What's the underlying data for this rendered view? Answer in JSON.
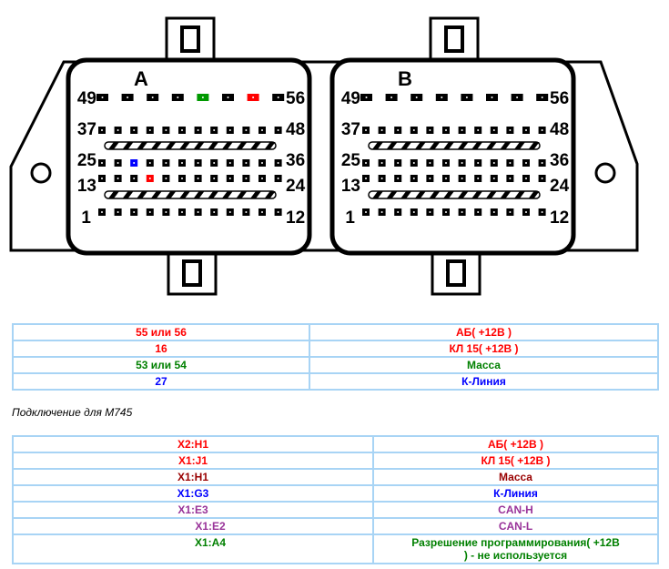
{
  "connectors": [
    {
      "name": "A",
      "labels": {
        "r49": "49",
        "r56": "56",
        "r37": "37",
        "r48": "48",
        "r25": "25",
        "r36": "36",
        "r13": "13",
        "r24": "24",
        "r1": "1",
        "r12": "12"
      },
      "highlight": {
        "55": "#ff0000",
        "53": "#009900",
        "27": "#0000ff",
        "16": "#ff0000"
      }
    },
    {
      "name": "B",
      "labels": {
        "r49": "49",
        "r56": "56",
        "r37": "37",
        "r48": "48",
        "r25": "25",
        "r36": "36",
        "r13": "13",
        "r24": "24",
        "r1": "1",
        "r12": "12"
      },
      "highlight": {}
    }
  ],
  "table1": [
    {
      "pin": "55 или 56",
      "desc": "АБ( +12В )",
      "color": "#ff0000",
      "desc_color": "#ff0000"
    },
    {
      "pin": "16",
      "desc": "КЛ 15( +12В )",
      "color": "#ff0000",
      "desc_color": "#ff0000"
    },
    {
      "pin": "53 или 54",
      "desc": "Масса",
      "color": "#008000",
      "desc_color": "#008000"
    },
    {
      "pin": "27",
      "desc": "К-Линия",
      "color": "#0000ff",
      "desc_color": "#0000ff"
    }
  ],
  "caption": "Подключение для М745",
  "table2": [
    {
      "pin": "X2:H1",
      "desc": "АБ( +12В )",
      "color": "#ff0000",
      "desc_color": "#ff0000"
    },
    {
      "pin": "X1:J1",
      "desc": "КЛ 15( +12В )",
      "color": "#ff0000",
      "desc_color": "#ff0000"
    },
    {
      "pin": "X1:H1",
      "desc": "Масса",
      "color": "#990000",
      "desc_color": "#990000"
    },
    {
      "pin": "X1:G3",
      "desc": "К-Линия",
      "color": "#0000ff",
      "desc_color": "#0000ff"
    },
    {
      "pin": "X1:E3",
      "desc": "CAN-H",
      "color": "#993399",
      "desc_color": "#993399"
    },
    {
      "pin": "X1:E2",
      "desc": "CAN-L",
      "color": "#993399",
      "desc_color": "#993399"
    },
    {
      "pin": "X1:A4",
      "desc": "Разрешение программирования( +12В ) - не используется",
      "color": "#008000",
      "desc_color": "#008000"
    }
  ]
}
